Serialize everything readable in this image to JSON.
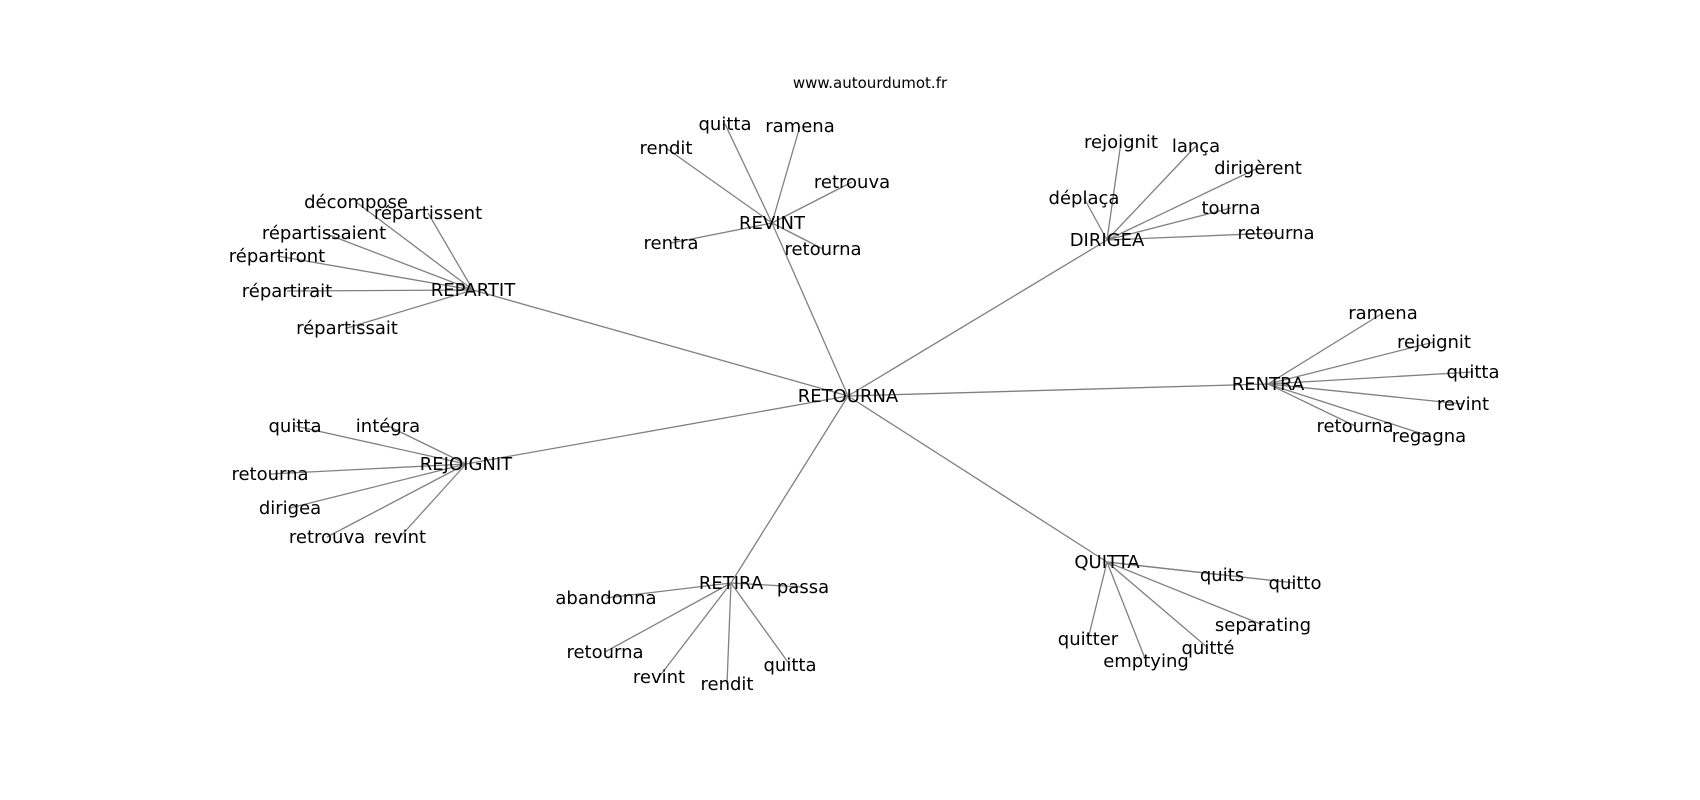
{
  "watermark": "www.autourdumot.fr",
  "center": "RETOURNA",
  "hubs": [
    {
      "id": "revint",
      "label": "REVINT",
      "leaves": [
        "quitta",
        "ramena",
        "rendit",
        "retrouva",
        "rentra",
        "retourna"
      ]
    },
    {
      "id": "dirigea",
      "label": "DIRIGEA",
      "leaves": [
        "rejoignit",
        "lança",
        "dirigèrent",
        "déplaça",
        "tourna",
        "retourna"
      ]
    },
    {
      "id": "repartit",
      "label": "REPARTIT",
      "leaves": [
        "décompose",
        "répartissent",
        "répartissaient",
        "répartiront",
        "répartirait",
        "répartissait"
      ]
    },
    {
      "id": "rentra",
      "label": "RENTRA",
      "leaves": [
        "ramena",
        "rejoignit",
        "quitta",
        "revint",
        "retourna",
        "regagna"
      ]
    },
    {
      "id": "rejoignit",
      "label": "REJOIGNIT",
      "leaves": [
        "quitta",
        "intégra",
        "retourna",
        "dirigea",
        "retrouva",
        "revint"
      ]
    },
    {
      "id": "quitta",
      "label": "QUITTA",
      "leaves": [
        "quits",
        "quitto",
        "separating",
        "quitter",
        "quitté",
        "emptying"
      ]
    },
    {
      "id": "retira",
      "label": "RETIRA",
      "leaves": [
        "abandonna",
        "passa",
        "retourna",
        "revint",
        "rendit",
        "quitta"
      ]
    }
  ],
  "colors": {
    "edge": "#808080",
    "text": "#000000",
    "background": "#ffffff"
  }
}
